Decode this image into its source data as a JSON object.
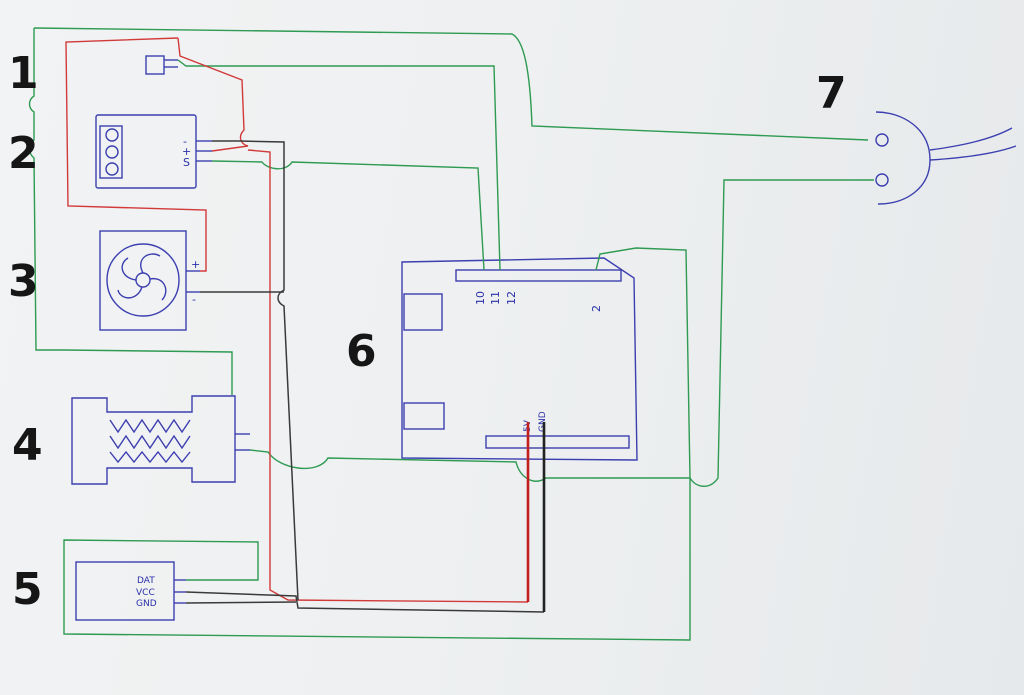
{
  "labels": {
    "n1": "1",
    "n2": "2",
    "n3": "3",
    "n4": "4",
    "n5": "5",
    "n6": "6",
    "n7": "7"
  },
  "module2_pins": {
    "minus": "-",
    "plus": "+",
    "signal": "S"
  },
  "fan_pins": {
    "plus": "+",
    "minus": "-"
  },
  "arduino_pins": {
    "p10": "10",
    "p11": "11",
    "p12": "12",
    "p2": "2",
    "v5": "5V",
    "gnd": "GND"
  },
  "sensor_pins": {
    "dat": "DAT",
    "vcc": "VCC",
    "gnd": "GND"
  },
  "colors": {
    "ink_blue": "#3c3fb0",
    "wire_green": "#2e9a52",
    "wire_red": "#d23a3a",
    "wire_black": "#3a3a3a",
    "paper": "#eef0f1"
  }
}
